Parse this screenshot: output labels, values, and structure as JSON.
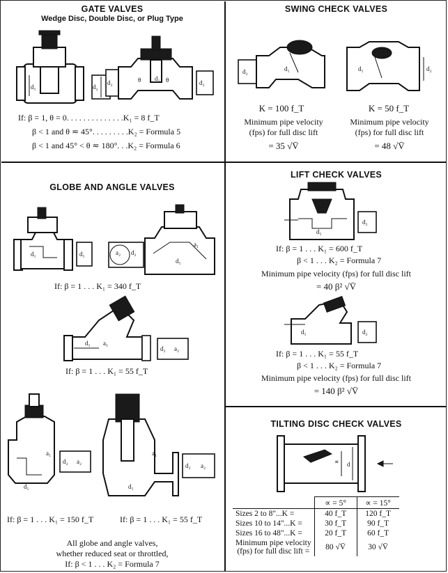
{
  "gate": {
    "title": "GATE VALVES",
    "subtitle": "Wedge Disc, Double Disc, or Plug Type",
    "line1": "If:  β = 1, θ = 0. . . . . . . . . . . . . .K₁ = 8 f_T",
    "line2": "β < 1 and θ ≂ 45°. . . . . . . . .K₂ = Formula 5",
    "line3": "β < 1 and 45° < θ ≂ 180°. . .K₂ = Formula 6",
    "labels": {
      "d1": "d₁",
      "d2": "d₂",
      "theta": "θ"
    }
  },
  "swing": {
    "title": "SWING CHECK VALVES",
    "left_k": "K = 100 f_T",
    "right_k": "K = 50 f_T",
    "velocity_line1": "Minimum pipe velocity",
    "velocity_line2": "(fps) for full disc lift",
    "left_vel": "= 35 √V̄",
    "right_vel": "= 48 √V̄"
  },
  "globe": {
    "title": "GLOBE AND ANGLE VALVES",
    "line_straight": "If:   β = 1 . . . K₁ = 340 f_T",
    "line_y": "If:   β = 1 . . . K₁ = 55 f_T",
    "line_angle1": "If:   β = 1 . . . K₁ = 150 f_T",
    "line_angle2": "If:   β = 1 . . . K₁ = 55 f_T",
    "note1": "All globe and angle valves,",
    "note2": "whether reduced seat or throttled,",
    "note3": "If:   β < 1 . . . K₂ = Formula 7"
  },
  "lift": {
    "title": "LIFT CHECK VALVES",
    "a_line1": "If:   β = 1 . . . K₁ = 600 f_T",
    "a_line2": "β < 1 . . . K₂ = Formula 7",
    "a_vel": "Minimum pipe velocity (fps) for full disc lift",
    "a_vel_val": "= 40 β² √V̄",
    "b_line1": "If:   β = 1 . . . K₁ = 55 f_T",
    "b_line2": "β < 1 . . . K₂ = Formula 7",
    "b_vel": "Minimum pipe velocity (fps) for full disc lift",
    "b_vel_val": "= 140 β² √V̄"
  },
  "tilting": {
    "title": "TILTING DISC CHECK VALVES",
    "col1": "∝ = 5°",
    "col2": "∝ = 15°",
    "rows": [
      {
        "label": "Sizes  2 to  8\"...K =",
        "a": "40 f_T",
        "b": "120 f_T"
      },
      {
        "label": "Sizes 10 to 14\"...K =",
        "a": "30 f_T",
        "b": "90 f_T"
      },
      {
        "label": "Sizes 16 to 48\"...K =",
        "a": "20 f_T",
        "b": "60 f_T"
      }
    ],
    "vel_label1": "Minimum pipe velocity",
    "vel_label2": "(fps) for full disc lift =",
    "vel_a": "80 √V̄",
    "vel_b": "30 √V̄"
  }
}
